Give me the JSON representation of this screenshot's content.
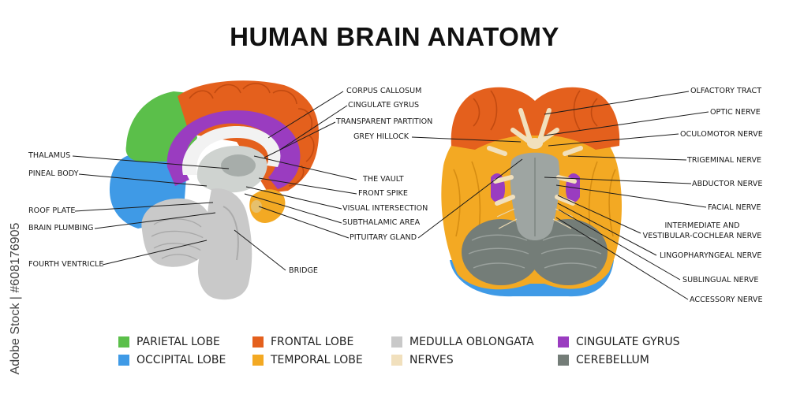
{
  "title": "HUMAN BRAIN ANATOMY",
  "watermark": "Adobe Stock | #608176905",
  "colors": {
    "parietal": "#5bbf4a",
    "frontal": "#e4601d",
    "medulla": "#c9c9c9",
    "cingulate": "#9a3cc0",
    "occipital": "#3f9ae6",
    "temporal": "#f3a923",
    "nerves": "#f1e0bd",
    "cerebellum": "#747d78"
  },
  "left_labels": {
    "corpus_callosum": "CORPUS CALLOSUM",
    "cingulate_gyrus": "CINGULATE GYRUS",
    "transparent_partition": "TRANSPARENT PARTITION",
    "grey_hillock": "GREY HILLOCK",
    "thalamus": "THALAMUS",
    "pineal_body": "PINEAL BODY",
    "the_vault": "THE VAULT",
    "front_spike": "FRONT SPIKE",
    "roof_plate": "ROOF PLATE",
    "visual_intersection": "VISUAL INTERSECTION",
    "brain_plumbing": "BRAIN PLUMBING",
    "subthalamic_area": "SUBTHALAMIC AREA",
    "pituitary_gland": "PITUITARY GLAND",
    "fourth_ventricle": "FOURTH VENTRICLE",
    "bridge": "BRIDGE"
  },
  "right_labels": {
    "olfactory_tract": "OLFACTORY TRACT",
    "optic_nerve": "OPTIC NERVE",
    "oculomotor_nerve": "OCULOMOTOR NERVE",
    "trigeminal_nerve": "TRIGEMINAL NERVE",
    "abductor_nerve": "ABDUCTOR NERVE",
    "facial_nerve": "FACIAL NERVE",
    "intermediate_1": "INTERMEDIATE AND",
    "intermediate_2": "VESTIBULAR-COCHLEAR NERVE",
    "lingopharyngeal_nerve": "LINGOPHARYNGEAL NERVE",
    "sublingual_nerve": "SUBLINGUAL NERVE",
    "accessory_nerve": "ACCESSORY NERVE"
  },
  "legend": [
    {
      "label": "PARIETAL LOBE",
      "color": "#5bbf4a"
    },
    {
      "label": "FRONTAL LOBE",
      "color": "#e4601d"
    },
    {
      "label": "MEDULLA OBLONGATA",
      "color": "#c9c9c9"
    },
    {
      "label": "CINGULATE GYRUS",
      "color": "#9a3cc0"
    },
    {
      "label": "OCCIPITAL LOBE",
      "color": "#3f9ae6"
    },
    {
      "label": "TEMPORAL LOBE",
      "color": "#f3a923"
    },
    {
      "label": "NERVES",
      "color": "#f1e0bd"
    },
    {
      "label": "CEREBELLUM",
      "color": "#747d78"
    }
  ]
}
